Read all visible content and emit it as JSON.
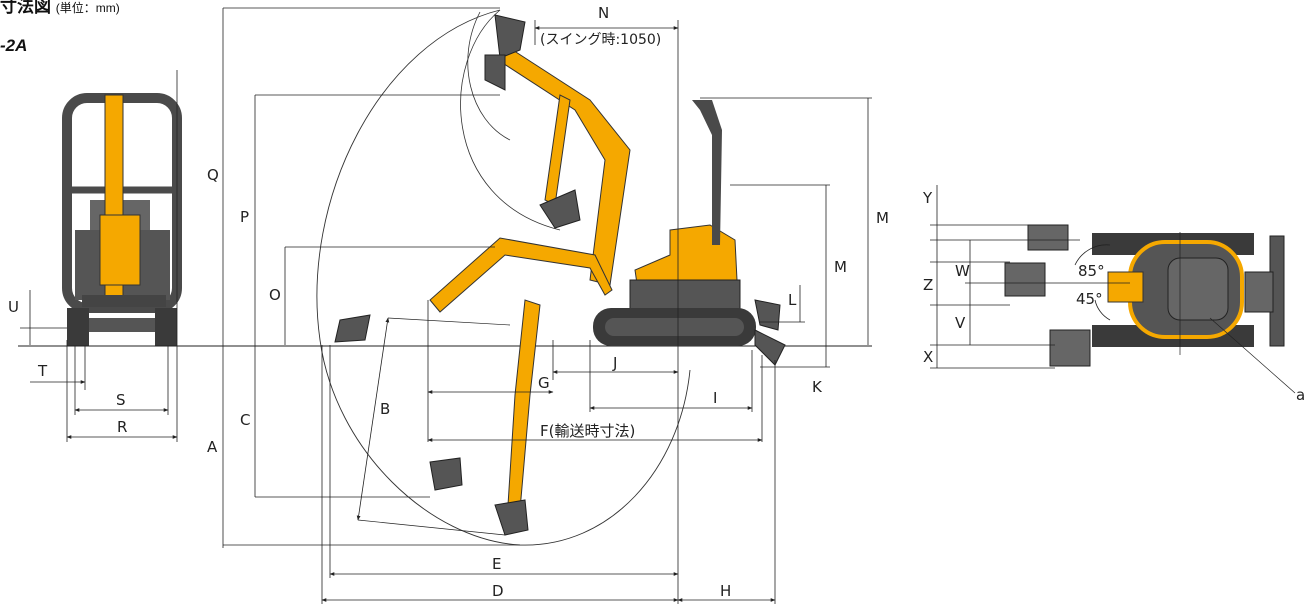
{
  "header": {
    "title_partial": "寸法図",
    "unit_partial": "(単位：mm)",
    "model_partial": "-2A"
  },
  "side_view": {
    "labels": {
      "A": "A",
      "B": "B",
      "C": "C",
      "D": "D",
      "E": "E",
      "F": "F(輸送時寸法)",
      "G": "G",
      "H": "H",
      "I": "I",
      "J": "J",
      "K": "K",
      "L": "L",
      "M": "M",
      "N": "N",
      "N_note": "(スイング時:1050)",
      "O": "O",
      "P": "P",
      "Q": "Q"
    }
  },
  "front_view": {
    "labels": {
      "R": "R",
      "S": "S",
      "T": "T",
      "U": "U"
    }
  },
  "top_view": {
    "labels": {
      "V": "V",
      "W": "W",
      "X": "X",
      "Y": "Y",
      "Z": "Z",
      "a": "a"
    },
    "angle_left": "85°",
    "angle_right": "45°"
  },
  "colors": {
    "machine_body": "#F5A800",
    "track": "#3a3a3a",
    "frame": "#4a4a4a",
    "line": "#222222"
  }
}
